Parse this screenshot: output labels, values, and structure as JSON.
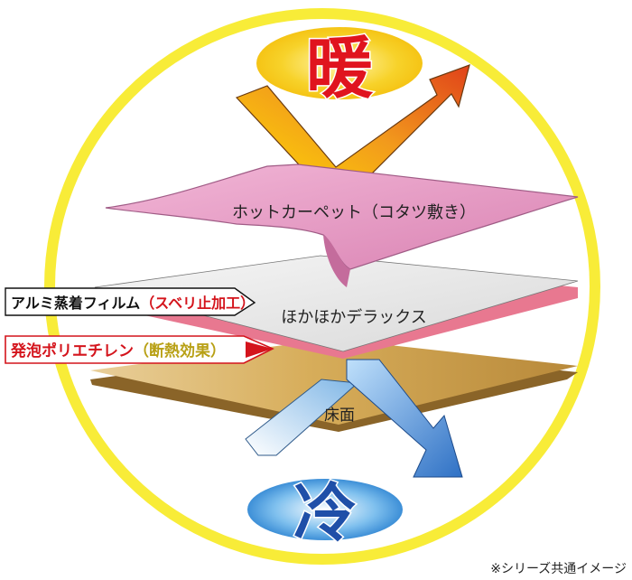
{
  "warm_label": "暖",
  "cold_label": "冷",
  "layers": {
    "carpet": "ホットカーペット（コタツ敷き）",
    "deluxe": "ほかほかデラックス",
    "floor": "床面"
  },
  "callouts": {
    "aluminum_prefix": "アルミ蒸着フィルム",
    "aluminum_suffix": "（スベリ止加工）",
    "foam_prefix": "発泡ポリエチレン",
    "foam_suffix": "（断熱効果）"
  },
  "footnote": "※シリーズ共通イメージ",
  "colors": {
    "ring": "#f7ec3a",
    "carpet": "#e59ac3",
    "deluxe_top": "#e9e9e9",
    "foam_edge": "#e87890",
    "floor": "#d9b56a",
    "warm_text": "#e0141e",
    "cold_text": "#1f4fa8",
    "accent_red": "#d4141c"
  }
}
